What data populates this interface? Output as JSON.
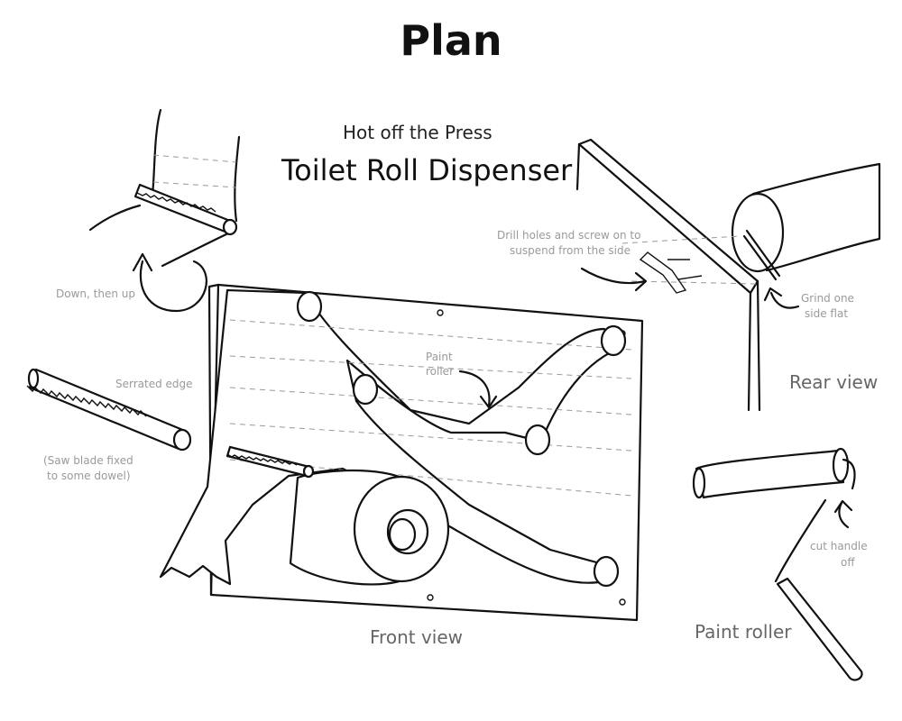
{
  "header": {
    "title": "Plan"
  },
  "titles": {
    "subtitle": "Hot off the Press",
    "main": "Toilet Roll Dispenser"
  },
  "labels": {
    "down_then_up": "Down, then up",
    "serrated_edge": "Serrated edge",
    "saw_blade_line1": "(Saw blade fixed",
    "saw_blade_line2": "to some dowel)",
    "paint_roller_line1": "Paint",
    "paint_roller_line2": "roller",
    "drill_line1": "Drill holes and screw on to",
    "drill_line2": "suspend from the side",
    "grind_line1": "Grind one",
    "grind_line2": "side flat",
    "cut_handle_line1": "cut handle",
    "cut_handle_line2": "off"
  },
  "captions": {
    "front_view": "Front view",
    "rear_view": "Rear view",
    "paint_roller": "Paint roller"
  },
  "colors": {
    "ink": "#111111",
    "label_grey": "#9a9a9a",
    "caption_grey": "#666666"
  }
}
